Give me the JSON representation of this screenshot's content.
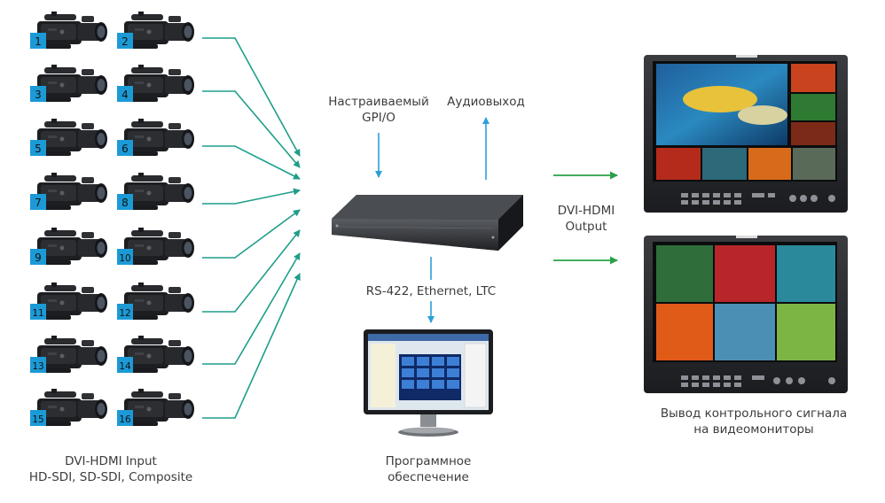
{
  "cameras": [
    "1",
    "2",
    "3",
    "4",
    "5",
    "6",
    "7",
    "8",
    "9",
    "10",
    "11",
    "12",
    "13",
    "14",
    "15",
    "16"
  ],
  "labels": {
    "input": [
      "DVI-HDMI Input",
      "HD-SDI, SD-SDI, Composite"
    ],
    "gpio": [
      "Настраиваемый",
      "GPI/O"
    ],
    "audio": "Аудиовыход",
    "output": [
      "DVI-HDMI",
      "Output"
    ],
    "control": "RS-422, Ethernet, LTC",
    "software": [
      "Программное",
      "обеспечение"
    ],
    "monitors": [
      "Вывод контрольного сигнала",
      "на видеомониторы"
    ]
  },
  "colors": {
    "badge": "#1b9ad6",
    "arrow": "#1e9e8a",
    "arrow_up_down": "#2d9fd8",
    "output_arrow": "#2aa04a"
  }
}
